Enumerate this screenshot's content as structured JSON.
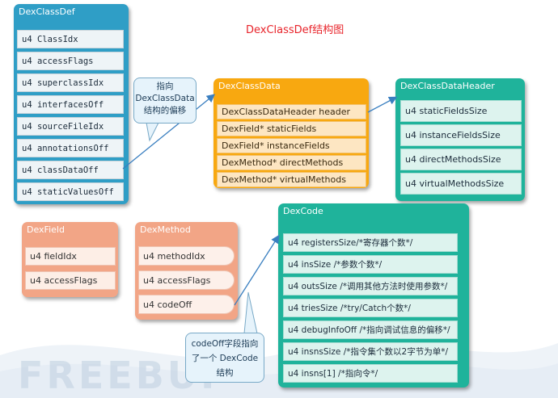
{
  "title": "DexClassDef结构图",
  "watermark": "FREEBUF",
  "colors": {
    "title_red": "#e8232a",
    "classdef_blue": "#2f9ec6",
    "classdata_orange": "#f8a810",
    "teal": "#1fb39b",
    "salmon": "#f2a586",
    "arrow_blue": "#3a7fc0"
  },
  "dex_class_def": {
    "title": "DexClassDef",
    "fields": [
      "u4 ClassIdx",
      "u4 accessFlags",
      "u4 superclassIdx",
      "u4 interfacesOff",
      "u4 sourceFileIdx",
      "u4 annotationsOff",
      "u4 classDataOff",
      "u4 staticValuesOff"
    ]
  },
  "dex_class_data": {
    "title": "DexClassData",
    "fields": [
      "DexClassDataHeader header",
      "DexField* staticFields",
      "DexField*  instanceFields",
      "DexMethod* directMethods",
      "DexMethod* virtualMethods"
    ]
  },
  "dex_class_data_header": {
    "title": "DexClassDataHeader",
    "fields": [
      "u4 staticFieldsSize",
      "u4 instanceFieldsSize",
      "u4 directMethodsSize",
      "u4 virtualMethodsSize"
    ]
  },
  "dex_field": {
    "title": "DexField",
    "fields": [
      "u4 fieldIdx",
      "u4 accessFlags"
    ]
  },
  "dex_method": {
    "title": "DexMethod",
    "fields": [
      "u4 methodIdx",
      "u4 accessFlags",
      "u4 codeOff"
    ]
  },
  "dex_code": {
    "title": "DexCode",
    "fields": [
      "u4 registersSize/*寄存器个数*/",
      "u4 insSize       /*参数个数*/",
      "u4 outsSize     /*调用其他方法时使用参数*/",
      "u4 triesSize     /*try/Catch个数*/",
      "u4 debugInfoOff /*指向调试信息的偏移*/",
      "u4 insnsSize     /*指令集个数以2字节为单*/",
      "u4 insns[1]       /*指向令*/"
    ]
  },
  "callout_class_data": {
    "lines": [
      "指向",
      "DexClassData",
      "结构的偏移"
    ]
  },
  "callout_code_off": {
    "lines": [
      "codeOff字段指向",
      "了一个 DexCode",
      "结构"
    ]
  }
}
